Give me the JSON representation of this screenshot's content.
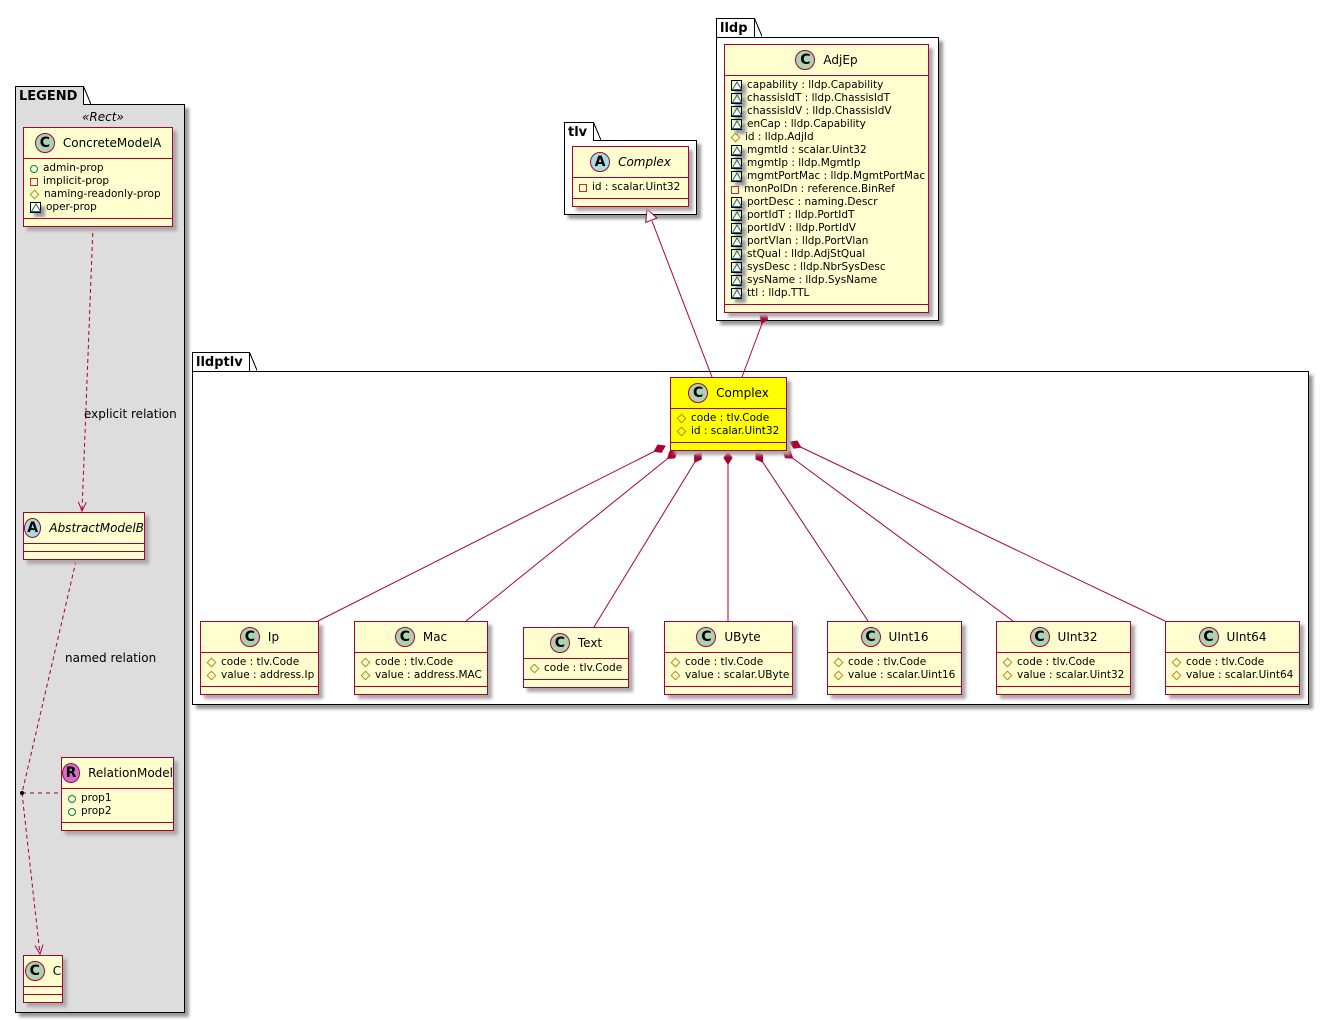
{
  "packages": {
    "legend": {
      "name": "LEGEND",
      "stereotype": "«Rect»"
    },
    "tlv": {
      "name": "tlv"
    },
    "lldp": {
      "name": "lldp"
    },
    "lldptlv": {
      "name": "lldptlv"
    }
  },
  "colors": {
    "border": "#A80036",
    "class_fill": "#FEFECE",
    "highlight_fill": "#FFFF00",
    "legend_fill": "#DDDDDD"
  },
  "classes": [
    {
      "id": "concrete-model-a",
      "kind": "C",
      "name": "ConcreteModelA",
      "attrs": [
        {
          "vis": "pub",
          "text": "admin-prop"
        },
        {
          "vis": "priv",
          "text": "implicit-prop"
        },
        {
          "vis": "prot",
          "text": "naming-readonly-prop"
        },
        {
          "vis": "pkg",
          "text": "oper-prop"
        }
      ]
    },
    {
      "id": "abstract-model-b",
      "kind": "A",
      "name": "AbstractModelB",
      "attrs": []
    },
    {
      "id": "relation-model",
      "kind": "R",
      "name": "RelationModel",
      "attrs": [
        {
          "vis": "pub",
          "text": "prop1"
        },
        {
          "vis": "pub",
          "text": "prop2"
        }
      ]
    },
    {
      "id": "c",
      "kind": "C",
      "name": "C",
      "attrs": []
    },
    {
      "id": "tlv-complex",
      "kind": "A",
      "name": "Complex",
      "attrs": [
        {
          "vis": "priv",
          "text": "id : scalar.Uint32"
        }
      ]
    },
    {
      "id": "adjep",
      "kind": "C",
      "name": "AdjEp",
      "attrs": [
        {
          "vis": "pkg",
          "text": "capability : lldp.Capability"
        },
        {
          "vis": "pkg",
          "text": "chassisIdT : lldp.ChassisIdT"
        },
        {
          "vis": "pkg",
          "text": "chassisIdV : lldp.ChassisIdV"
        },
        {
          "vis": "pkg",
          "text": "enCap : lldp.Capability"
        },
        {
          "vis": "prot",
          "text": "id : lldp.AdjId"
        },
        {
          "vis": "pkg",
          "text": "mgmtId : scalar.Uint32"
        },
        {
          "vis": "pkg",
          "text": "mgmtIp : lldp.MgmtIp"
        },
        {
          "vis": "pkg",
          "text": "mgmtPortMac : lldp.MgmtPortMac"
        },
        {
          "vis": "priv",
          "text": "monPolDn : reference.BinRef"
        },
        {
          "vis": "pkg",
          "text": "portDesc : naming.Descr"
        },
        {
          "vis": "pkg",
          "text": "portIdT : lldp.PortIdT"
        },
        {
          "vis": "pkg",
          "text": "portIdV : lldp.PortIdV"
        },
        {
          "vis": "pkg",
          "text": "portVlan : lldp.PortVlan"
        },
        {
          "vis": "pkg",
          "text": "stQual : lldp.AdjStQual"
        },
        {
          "vis": "pkg",
          "text": "sysDesc : lldp.NbrSysDesc"
        },
        {
          "vis": "pkg",
          "text": "sysName : lldp.SysName"
        },
        {
          "vis": "pkg",
          "text": "ttl : lldp.TTL"
        }
      ]
    },
    {
      "id": "lldptlv-complex",
      "kind": "C",
      "name": "Complex",
      "highlight": true,
      "attrs": [
        {
          "vis": "prot",
          "text": "code : tlv.Code"
        },
        {
          "vis": "prot",
          "text": "id : scalar.Uint32"
        }
      ]
    },
    {
      "id": "ip",
      "kind": "C",
      "name": "Ip",
      "attrs": [
        {
          "vis": "prot",
          "text": "code : tlv.Code"
        },
        {
          "vis": "prot",
          "text": "value : address.Ip"
        }
      ]
    },
    {
      "id": "mac",
      "kind": "C",
      "name": "Mac",
      "attrs": [
        {
          "vis": "prot",
          "text": "code : tlv.Code"
        },
        {
          "vis": "prot",
          "text": "value : address.MAC"
        }
      ]
    },
    {
      "id": "text",
      "kind": "C",
      "name": "Text",
      "attrs": [
        {
          "vis": "prot",
          "text": "code : tlv.Code"
        }
      ]
    },
    {
      "id": "ubyte",
      "kind": "C",
      "name": "UByte",
      "attrs": [
        {
          "vis": "prot",
          "text": "code : tlv.Code"
        },
        {
          "vis": "prot",
          "text": "value : scalar.UByte"
        }
      ]
    },
    {
      "id": "uint16",
      "kind": "C",
      "name": "UInt16",
      "attrs": [
        {
          "vis": "prot",
          "text": "code : tlv.Code"
        },
        {
          "vis": "prot",
          "text": "value : scalar.Uint16"
        }
      ]
    },
    {
      "id": "uint32",
      "kind": "C",
      "name": "UInt32",
      "attrs": [
        {
          "vis": "prot",
          "text": "code : tlv.Code"
        },
        {
          "vis": "prot",
          "text": "value : scalar.Uint32"
        }
      ]
    },
    {
      "id": "uint64",
      "kind": "C",
      "name": "UInt64",
      "attrs": [
        {
          "vis": "prot",
          "text": "code : tlv.Code"
        },
        {
          "vis": "prot",
          "text": "value : scalar.Uint64"
        }
      ]
    }
  ],
  "relations": {
    "explicit": "explicit relation",
    "named": "named relation"
  }
}
